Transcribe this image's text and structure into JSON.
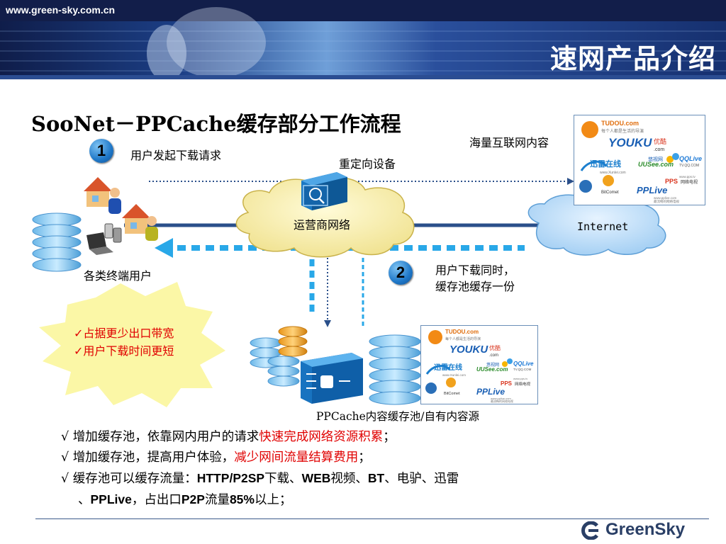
{
  "header": {
    "url": "www.green-sky.com.cn",
    "title": "速网产品介绍"
  },
  "diagram": {
    "title": "SooNet－PPCache缓存部分工作流程",
    "step1": {
      "number": "1",
      "label": "用户发起下载请求"
    },
    "step2": {
      "number": "2",
      "line1": "用户下载同时，",
      "line2": "缓存池缓存一份"
    },
    "redirect_device": "重定向设备",
    "isp_network": "运营商网络",
    "internet": "Internet",
    "internet_content": "海量互联网内容",
    "terminals": "各类终端用户",
    "benefits": [
      "✓占据更少出口带宽",
      "✓用户下载时间更短"
    ],
    "cache_pool_label": "PPCache内容缓存池/自有内容源",
    "logos": {
      "tudou": "TUDOU.com",
      "tudou_sub": "每个人都是生活的导演",
      "youku": "YOUKU",
      "youku_cn": "优酷",
      "youku_com": ".com",
      "qqlive": "QQLive",
      "qqlive_sub": "TV.QQ.COM",
      "xunlei": "迅雷在线",
      "xunlei_sub": "www.Xunlei.com",
      "uusee": "UUSee.com",
      "uusee_cn": "悠视网",
      "bitcomet": "BitComet",
      "pps": "PPS",
      "pps_cn": "网络电视",
      "pps_url": "www.pps.tv",
      "pplive": "PPLive",
      "pplive_url": "www.pplive.com",
      "pplive_sub": "最流畅的网络电视"
    }
  },
  "notes": {
    "mark": "√",
    "line1": {
      "prefix": "增加缓存池，依靠网内用户的请求",
      "highlight": "快速完成网络资源积累",
      "suffix": "；"
    },
    "line2": {
      "prefix": "增加缓存池，提高用户体验，",
      "highlight": "减少网间流量结算费用",
      "suffix": "；"
    },
    "line3": {
      "a": "缓存池可以缓存流量：",
      "b": "HTTP",
      "c": "/",
      "d": "P2SP",
      "e": "下载、",
      "f": "WEB",
      "g": "视频、",
      "h": "BT",
      "i": "、电驴、迅雷"
    },
    "line4": {
      "a": "、",
      "b": "PPLive",
      "c": "，占出口",
      "d": "P2P",
      "e": "流量",
      "f": "85%",
      "g": "以上；"
    }
  },
  "footer": {
    "brand": "GreenSky"
  },
  "colors": {
    "banner_dark": "#1a2a5e",
    "banner_light": "#6fa8e6",
    "highlight_red": "#e00000",
    "flow_blue": "#29a8e8",
    "network_line": "#2a4f8a"
  }
}
